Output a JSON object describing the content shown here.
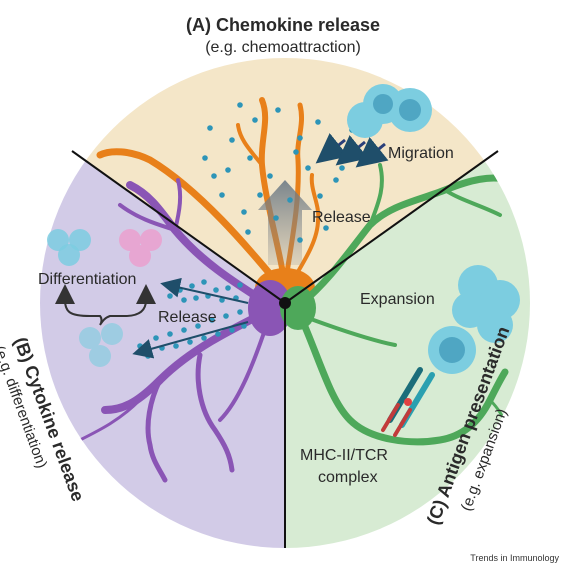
{
  "panel_a": {
    "title": "(A) Chemokine  release",
    "subtitle": "(e.g. chemoattraction)",
    "release_label": "Release",
    "migration_label": "Migration"
  },
  "panel_b": {
    "title": "(B) Cytokine  release",
    "subtitle": "(e.g. differentiation)",
    "differentiation_label": "Differentiation",
    "release_label": "Release"
  },
  "panel_c": {
    "title": "(C) Antigen presentation",
    "subtitle": "(e.g. expansion)",
    "expansion_label": "Expansion",
    "complex_label_line1": "MHC-II/TCR",
    "complex_label_line2": "complex"
  },
  "footer": "Trends in Immunology",
  "colors": {
    "panel_a": "#f4e6c8",
    "panel_b": "#d2cbe7",
    "panel_c": "#d7ebd3",
    "orange_cell": "#e8801a",
    "purple_cell": "#8a55b5",
    "green_cell": "#4ea85a",
    "blue_cell": "#7ccde0",
    "pink_cell": "#e7a6d2",
    "dots": "#2d95b8"
  }
}
